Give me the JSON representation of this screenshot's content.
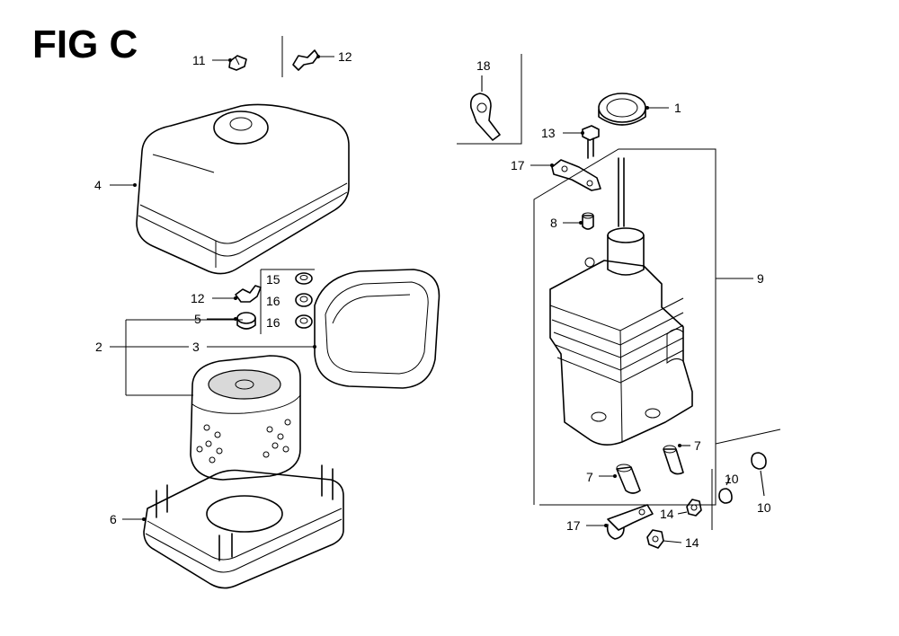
{
  "figure": {
    "title": "FIG C"
  },
  "callouts": {
    "c1": "1",
    "c2": "2",
    "c3": "3",
    "c4": "4",
    "c5": "5",
    "c6": "6",
    "c7a": "7",
    "c7b": "7",
    "c8": "8",
    "c9": "9",
    "c10a": "10",
    "c10b": "10",
    "c11": "11",
    "c12a": "12",
    "c12b": "12",
    "c13": "13",
    "c14a": "14",
    "c14b": "14",
    "c15": "15",
    "c16a": "16",
    "c16b": "16",
    "c17a": "17",
    "c17b": "17",
    "c18": "18"
  }
}
